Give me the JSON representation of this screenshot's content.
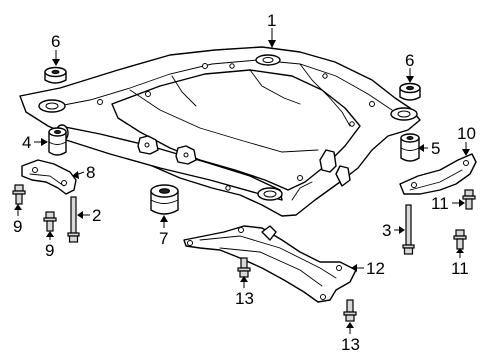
{
  "diagram": {
    "callouts": [
      {
        "id": "c1",
        "label": "1"
      },
      {
        "id": "c2",
        "label": "2"
      },
      {
        "id": "c3",
        "label": "3"
      },
      {
        "id": "c4",
        "label": "4"
      },
      {
        "id": "c5",
        "label": "5"
      },
      {
        "id": "c6a",
        "label": "6"
      },
      {
        "id": "c6b",
        "label": "6"
      },
      {
        "id": "c7",
        "label": "7"
      },
      {
        "id": "c8",
        "label": "8"
      },
      {
        "id": "c9a",
        "label": "9"
      },
      {
        "id": "c9b",
        "label": "9"
      },
      {
        "id": "c10",
        "label": "10"
      },
      {
        "id": "c11a",
        "label": "11"
      },
      {
        "id": "c11b",
        "label": "11"
      },
      {
        "id": "c12",
        "label": "12"
      },
      {
        "id": "c13a",
        "label": "13"
      },
      {
        "id": "c13b",
        "label": "13"
      }
    ]
  }
}
